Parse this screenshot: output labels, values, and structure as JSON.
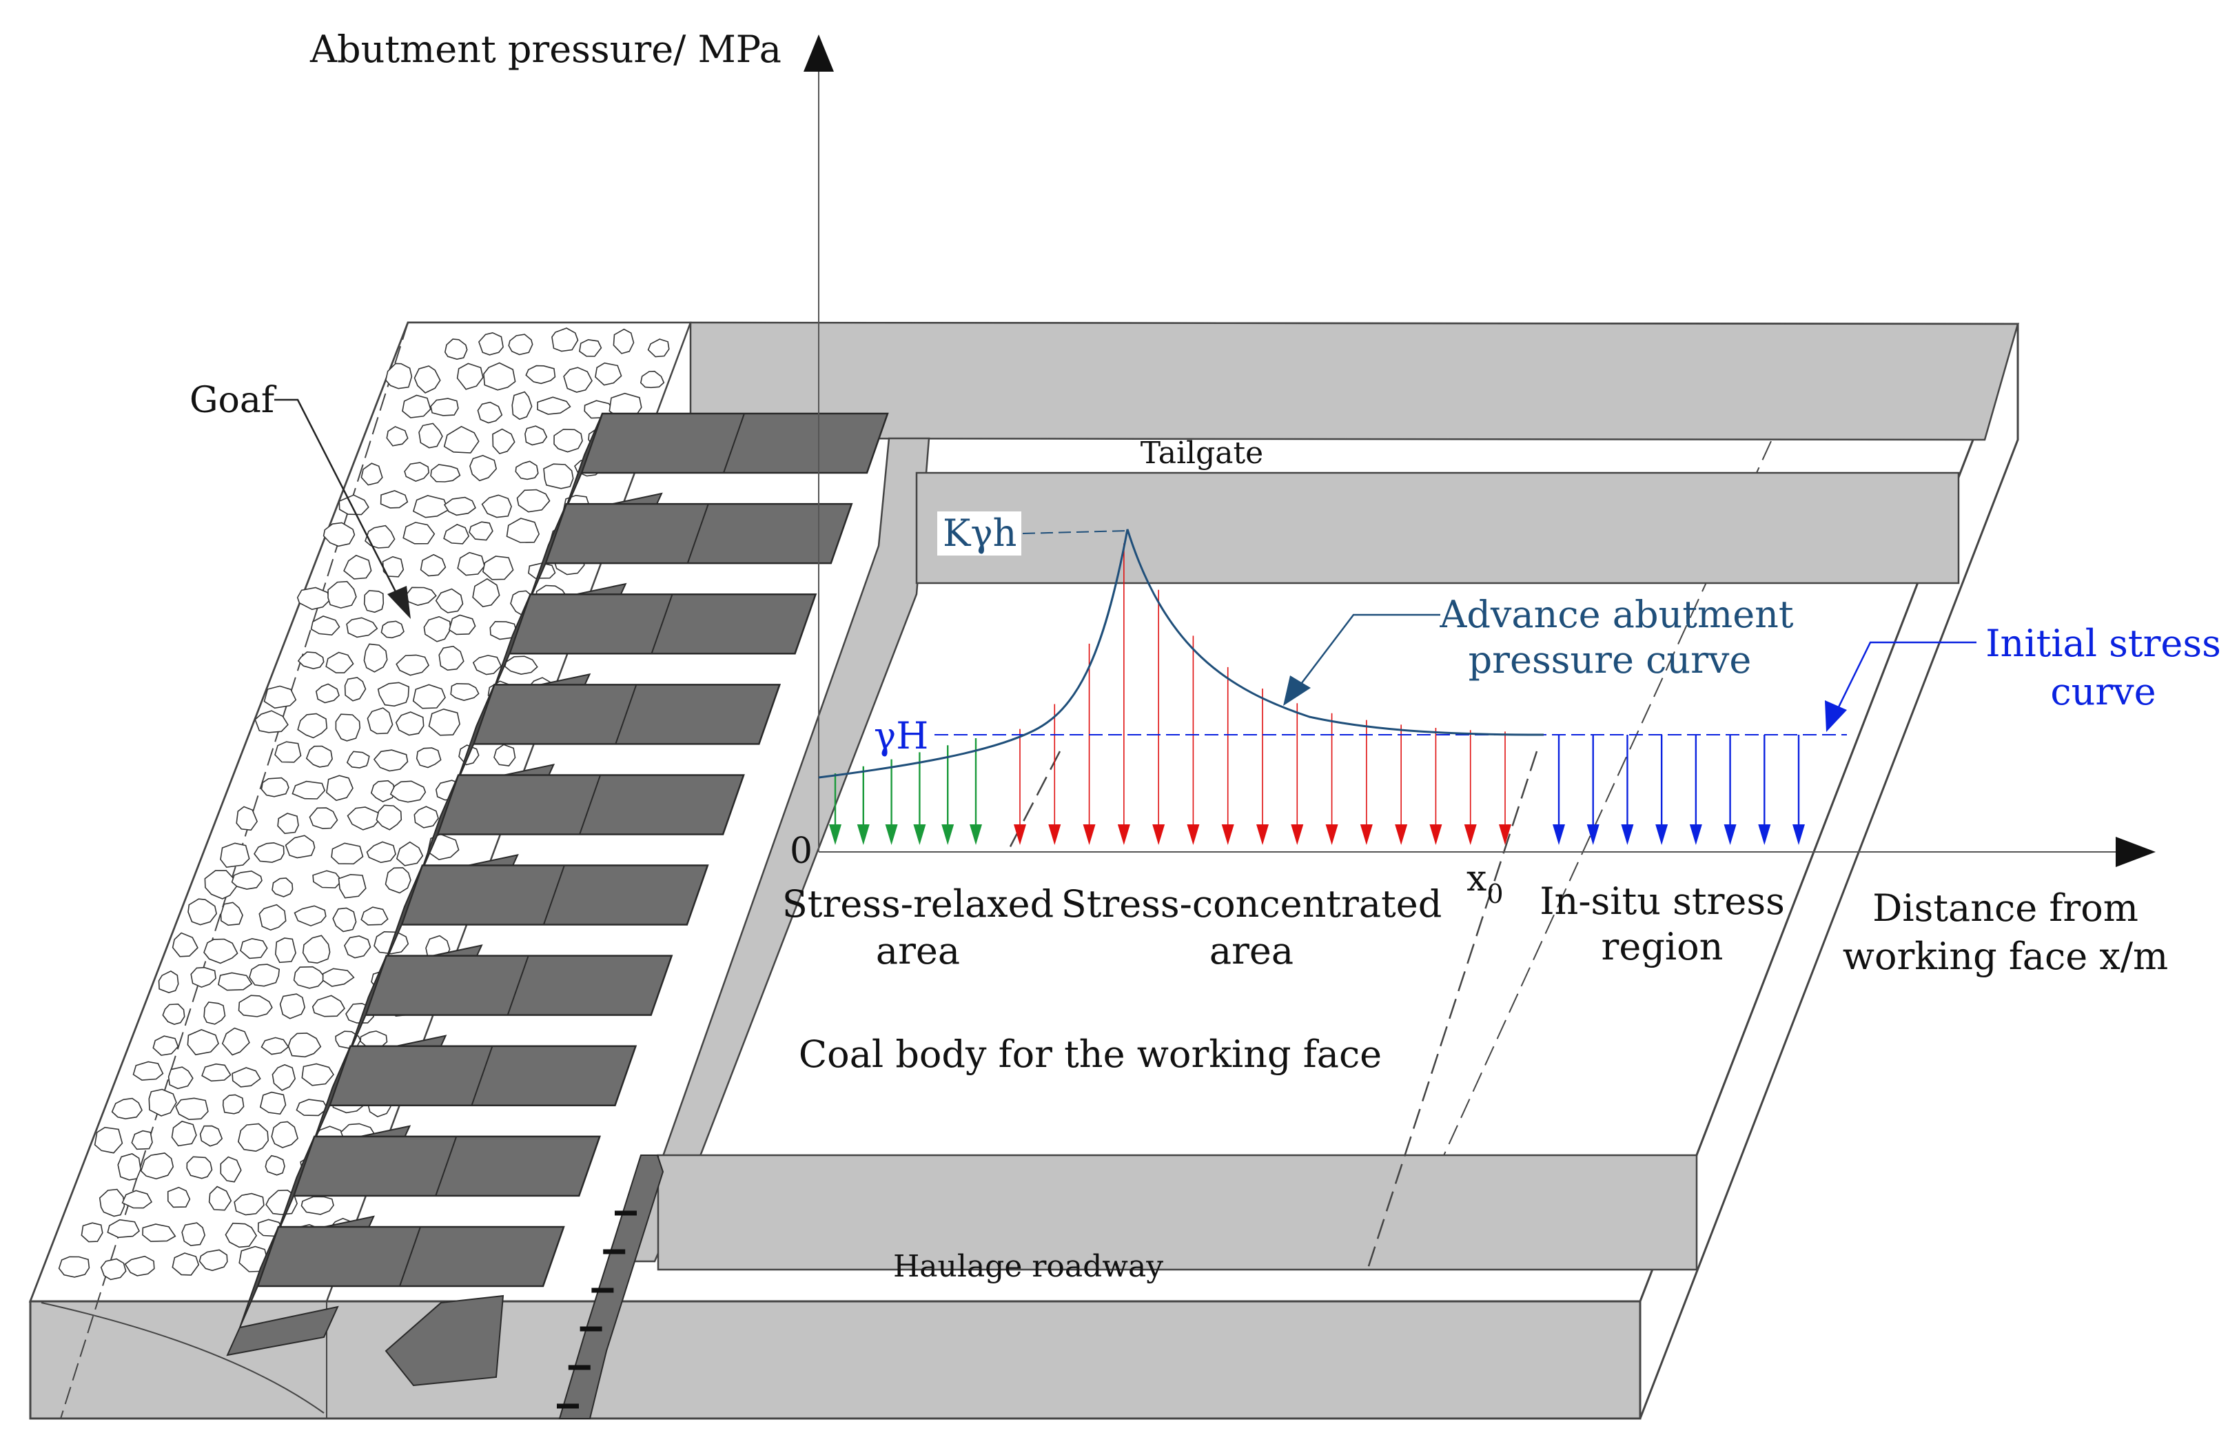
{
  "axes": {
    "y_label": "Abutment pressure/ MPa",
    "x_label_line1": "Distance from",
    "x_label_line2": "working face x/m",
    "origin_label": "0",
    "x0_label": "x",
    "x0_subscript": "0"
  },
  "labels": {
    "goaf": "Goaf",
    "tailgate": "Tailgate",
    "haulage": "Haulage roadway",
    "coal_body": "Coal body for the working face",
    "peak": "Kγh",
    "in_situ": "γH",
    "advance_curve_line1": "Advance abutment",
    "advance_curve_line2": "pressure curve",
    "initial_curve_line1": "Initial stress",
    "initial_curve_line2": "curve"
  },
  "zones": [
    {
      "line1": "Stress-relaxed",
      "line2": "area",
      "arrow_color": "#1a9a3a",
      "arrow_count": 6
    },
    {
      "line1": "Stress-concentrated",
      "line2": "area",
      "arrow_color": "#e01010",
      "arrow_count": 15
    },
    {
      "line1": "In-situ stress",
      "line2": "region",
      "arrow_color": "#0a22e0",
      "arrow_count": 8
    }
  ],
  "colors": {
    "advance_curve": "#1f4f7a",
    "initial_curve": "#0a22e0",
    "gray_block": "#c3c3c3",
    "support": "#6e6e6e",
    "support_dark": "#4b4b4b"
  }
}
